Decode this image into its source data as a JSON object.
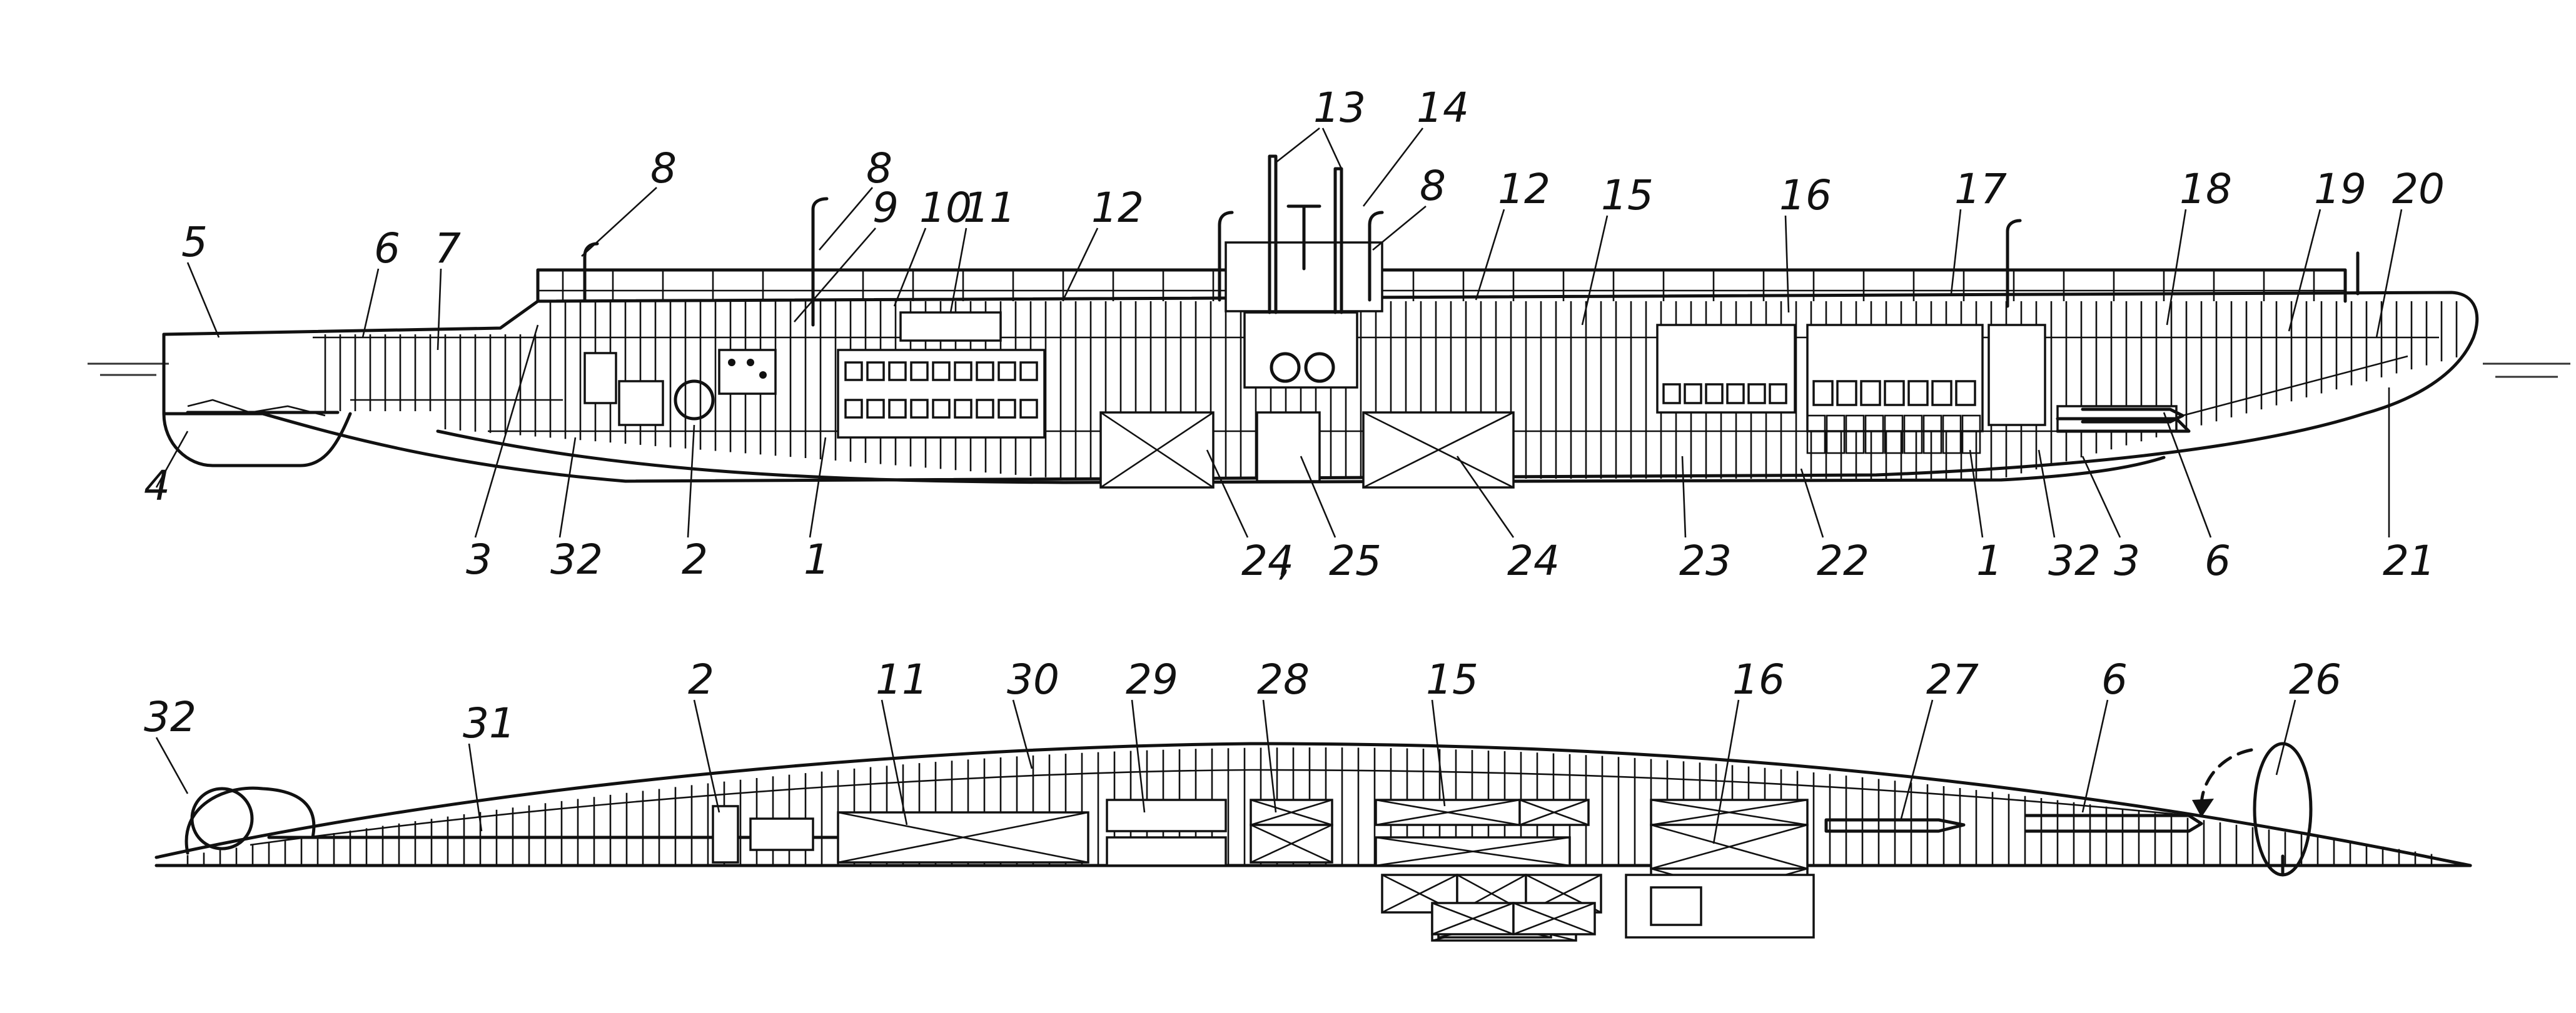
{
  "top_view": {
    "labels": [
      "8",
      "8",
      "9",
      "10",
      "11",
      "12",
      "13",
      "14",
      "8",
      "12",
      "15",
      "16",
      "17",
      "18",
      "19",
      "20",
      "5",
      "6",
      "7",
      "4",
      "3",
      "32",
      "2",
      "1",
      "24",
      ",",
      "25",
      "24",
      "23",
      "22",
      "1",
      "32",
      "3",
      "6",
      "21"
    ]
  },
  "bottom_view": {
    "labels": [
      "32",
      "31",
      "2",
      "11",
      "30",
      "29",
      "28",
      "15",
      "16",
      "27",
      "6",
      "26"
    ]
  },
  "colors": {
    "line": "#111111",
    "background": "#ffffff"
  }
}
